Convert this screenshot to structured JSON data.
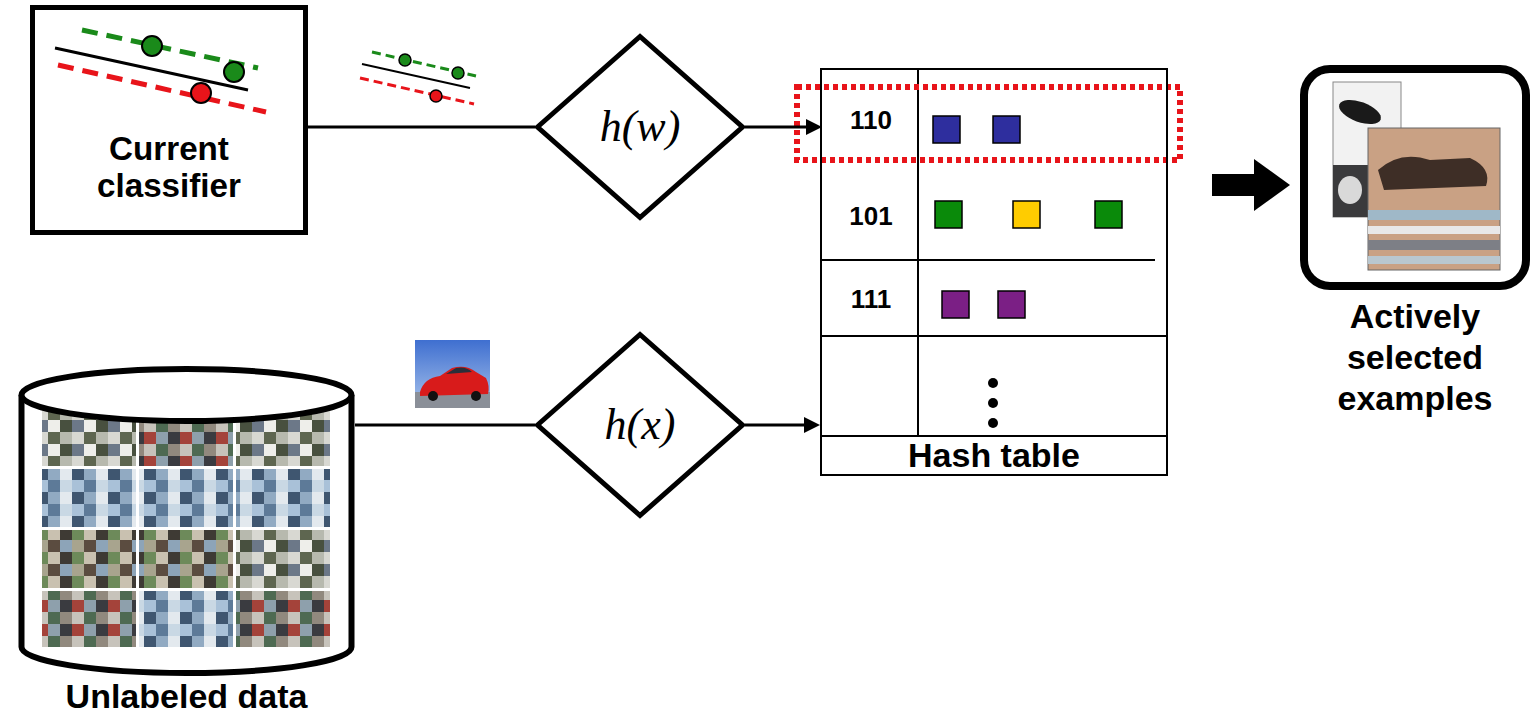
{
  "diagram": {
    "nodes": [
      {
        "text": [
          "Current classifier"
        ]
      },
      {
        "text": [
          "h(w)"
        ]
      },
      {
        "text": [
          "Hash table"
        ]
      },
      {
        "text": [
          "110"
        ],
        "in": 2
      },
      {
        "text": [
          "101"
        ],
        "in": 2
      },
      {
        "text": [
          "111"
        ],
        "in": 2
      },
      {
        "text": [
          "Actively selected examples"
        ]
      },
      {
        "text": [
          "Unlabeled data"
        ]
      },
      {
        "text": [
          "h(x)"
        ]
      }
    ],
    "edges": [
      {
        "from": 0,
        "to": 1,
        "arrow": "none"
      },
      {
        "from": 1,
        "to": 3,
        "arrow": "to"
      },
      {
        "from": 2,
        "to": 6,
        "arrow": "to"
      },
      {
        "from": 7,
        "to": 8,
        "arrow": "none"
      },
      {
        "from": 8,
        "to": 2,
        "arrow": "to"
      }
    ]
  }
}
